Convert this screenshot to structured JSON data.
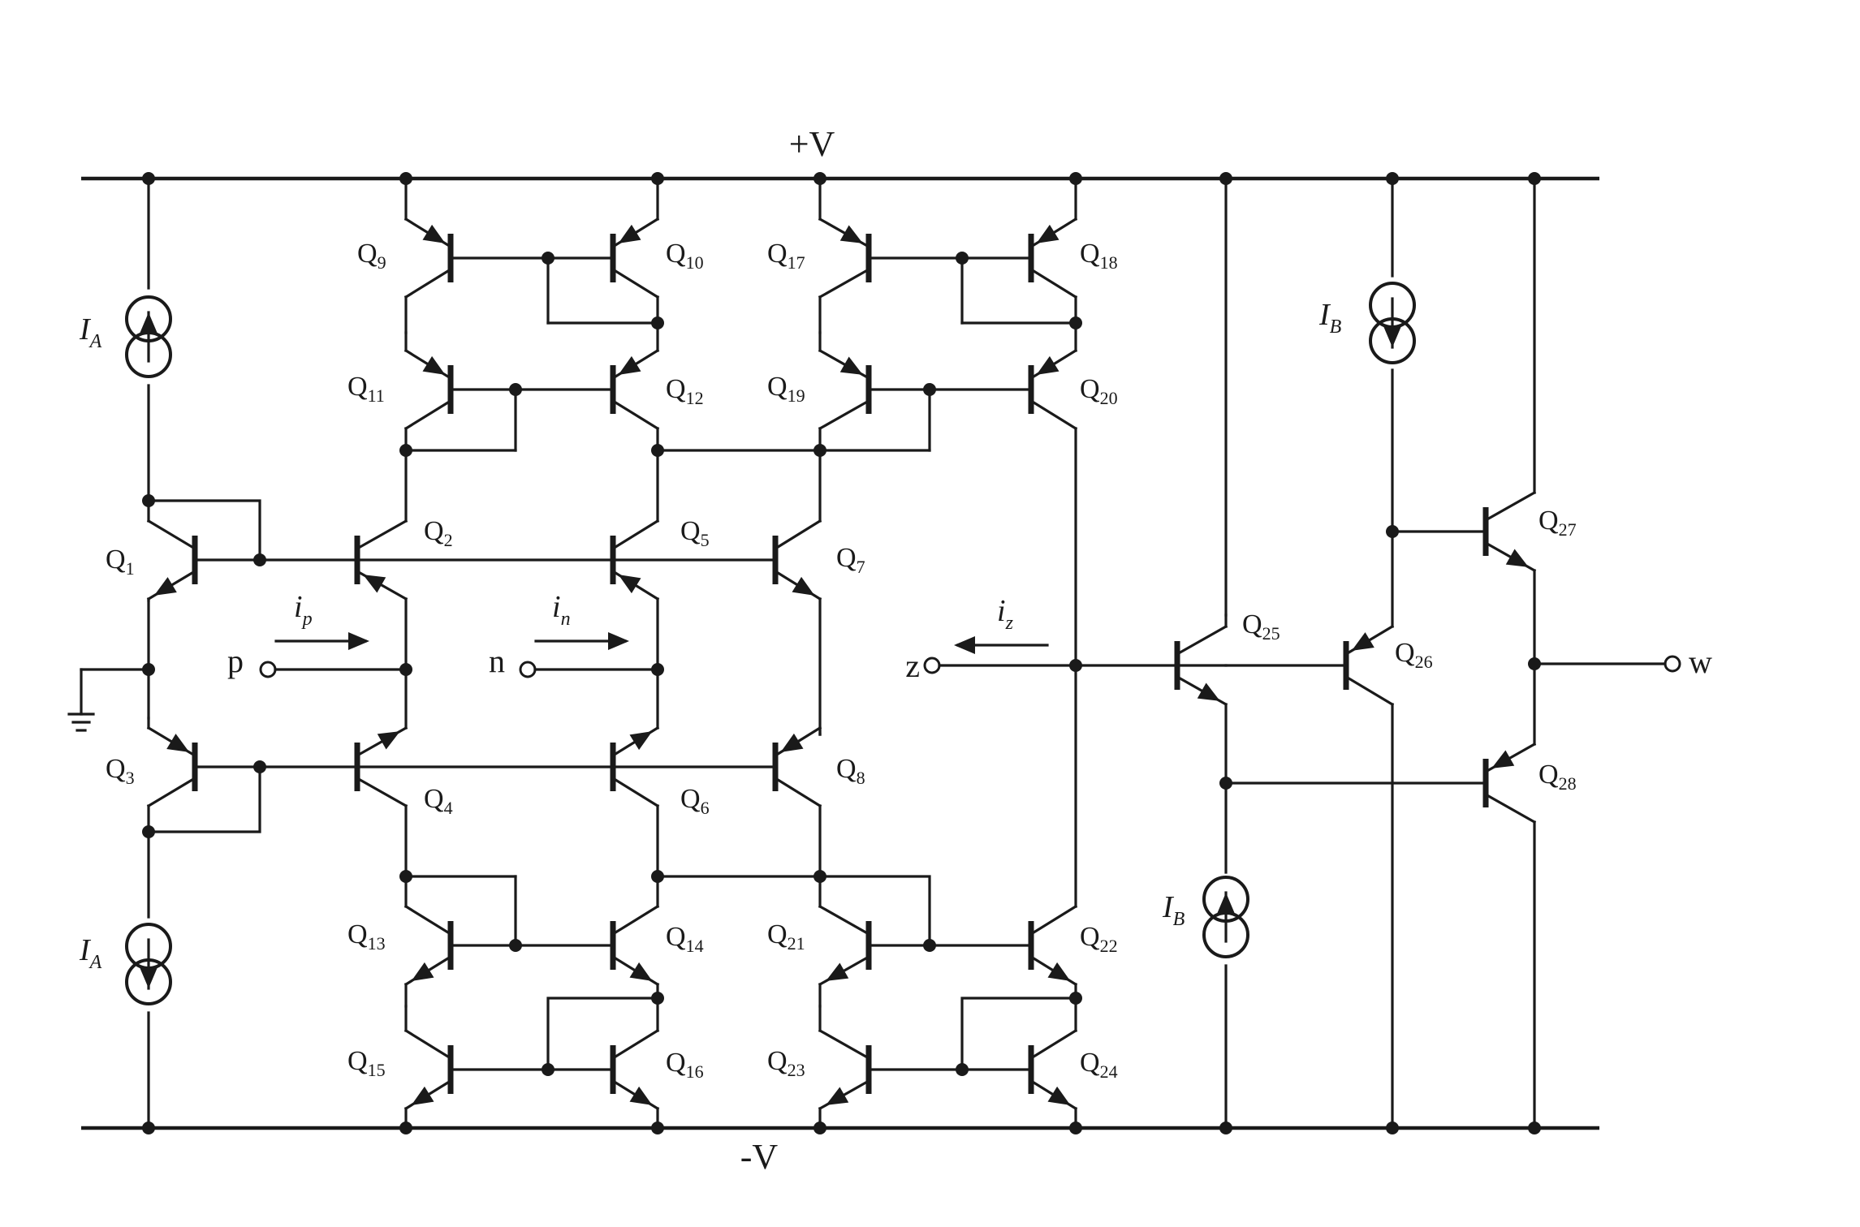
{
  "rails": {
    "positive": "+V",
    "negative": "-V"
  },
  "terminals": {
    "p": "p",
    "n": "n",
    "z": "z",
    "w": "w"
  },
  "currents": {
    "ip": {
      "main": "i",
      "sub": "p"
    },
    "in": {
      "main": "i",
      "sub": "n"
    },
    "iz": {
      "main": "i",
      "sub": "z"
    }
  },
  "sources": [
    {
      "main": "I",
      "sub": "A"
    },
    {
      "main": "I",
      "sub": "A"
    },
    {
      "main": "I",
      "sub": "B"
    },
    {
      "main": "I",
      "sub": "B"
    }
  ],
  "transistors": [
    {
      "main": "Q",
      "sub": "1"
    },
    {
      "main": "Q",
      "sub": "2"
    },
    {
      "main": "Q",
      "sub": "3"
    },
    {
      "main": "Q",
      "sub": "4"
    },
    {
      "main": "Q",
      "sub": "5"
    },
    {
      "main": "Q",
      "sub": "6"
    },
    {
      "main": "Q",
      "sub": "7"
    },
    {
      "main": "Q",
      "sub": "8"
    },
    {
      "main": "Q",
      "sub": "9"
    },
    {
      "main": "Q",
      "sub": "10"
    },
    {
      "main": "Q",
      "sub": "11"
    },
    {
      "main": "Q",
      "sub": "12"
    },
    {
      "main": "Q",
      "sub": "13"
    },
    {
      "main": "Q",
      "sub": "14"
    },
    {
      "main": "Q",
      "sub": "15"
    },
    {
      "main": "Q",
      "sub": "16"
    },
    {
      "main": "Q",
      "sub": "17"
    },
    {
      "main": "Q",
      "sub": "18"
    },
    {
      "main": "Q",
      "sub": "19"
    },
    {
      "main": "Q",
      "sub": "20"
    },
    {
      "main": "Q",
      "sub": "21"
    },
    {
      "main": "Q",
      "sub": "22"
    },
    {
      "main": "Q",
      "sub": "23"
    },
    {
      "main": "Q",
      "sub": "24"
    },
    {
      "main": "Q",
      "sub": "25"
    },
    {
      "main": "Q",
      "sub": "26"
    },
    {
      "main": "Q",
      "sub": "27"
    },
    {
      "main": "Q",
      "sub": "28"
    }
  ]
}
